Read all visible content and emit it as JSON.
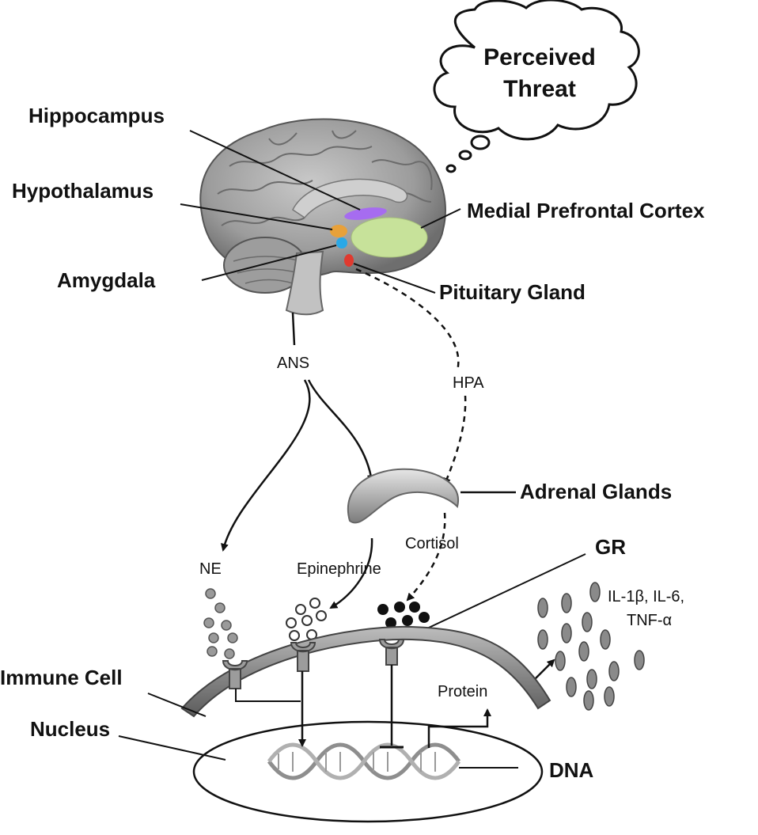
{
  "labels": {
    "hippocampus": "Hippocampus",
    "hypothalamus": "Hypothalamus",
    "amygdala": "Amygdala",
    "medial_prefrontal_cortex": "Medial Prefrontal Cortex",
    "pituitary_gland": "Pituitary Gland",
    "perceived_threat_line1": "Perceived",
    "perceived_threat_line2": "Threat",
    "ans": "ANS",
    "hpa": "HPA",
    "adrenal_glands": "Adrenal Glands",
    "ne": "NE",
    "epinephrine": "Epinephrine",
    "cortisol": "Cortisol",
    "gr": "GR",
    "cytokines_line1": "IL-1β, IL-6,",
    "cytokines_line2": "TNF-α",
    "immune_cell": "Immune Cell",
    "nucleus": "Nucleus",
    "protein": "Protein",
    "dna": "DNA"
  },
  "colors": {
    "hippocampus": "#a66cf0",
    "hypothalamus": "#e8a13a",
    "amygdala": "#2aa8e6",
    "medial_prefrontal_cortex": "#c7e29a",
    "pituitary_gland": "#e03a2f",
    "brain": "#9a9a9a",
    "membrane": "#7a7a7a",
    "cytokine": "#8a8a8a"
  }
}
